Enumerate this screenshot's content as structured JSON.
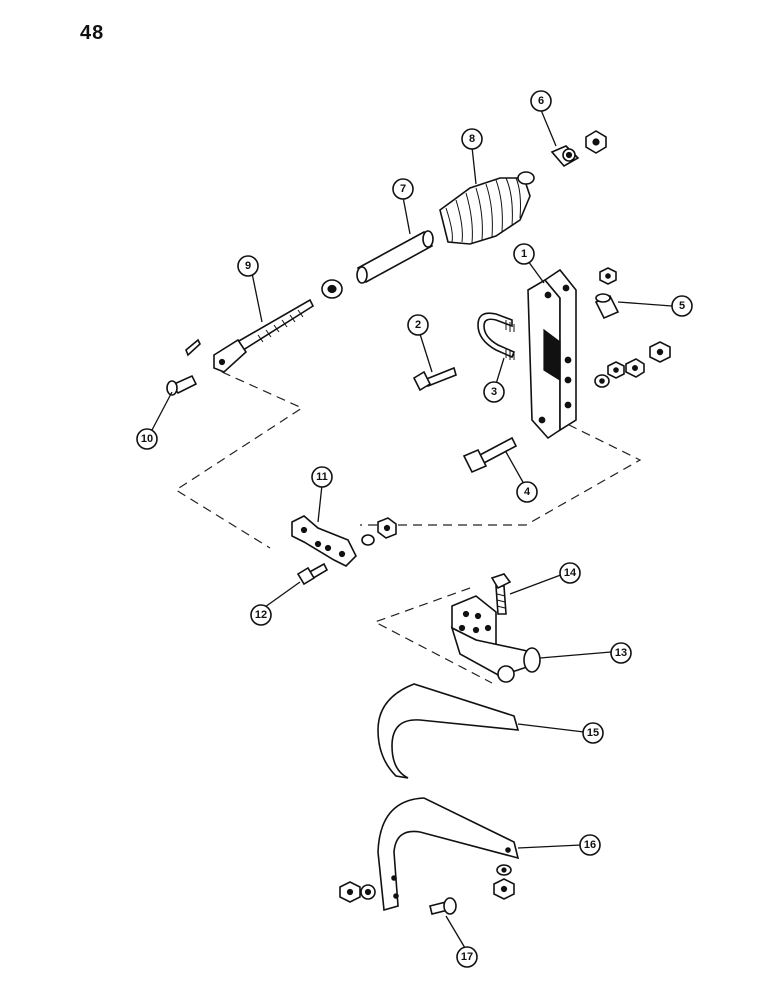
{
  "page": {
    "number": "48"
  },
  "callouts": [
    "1",
    "2",
    "3",
    "4",
    "5",
    "6",
    "7",
    "8",
    "9",
    "10",
    "11",
    "12",
    "13",
    "14",
    "15",
    "16",
    "17"
  ]
}
